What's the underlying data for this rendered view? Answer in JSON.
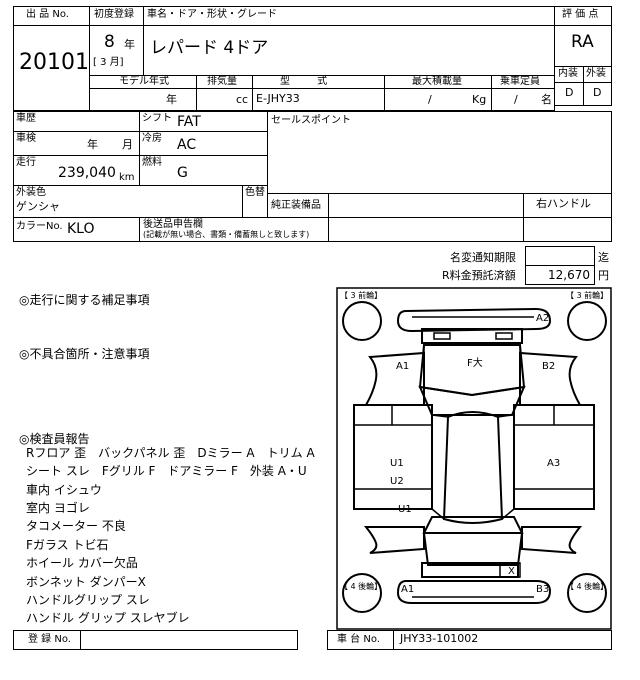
{
  "header": {
    "lot_label": "出 品 No.",
    "lot_number": "20101",
    "first_reg_label": "初度登録",
    "year": "8",
    "year_unit": "年",
    "month_text": "[ 3 月]",
    "car_label": "車名・ドア・形状・グレード",
    "car_name": "レパード 4ドア",
    "rating_label": "評 価 点",
    "rating": "RA",
    "interior_label": "内装",
    "interior_grade": "D",
    "exterior_label": "外装",
    "exterior_grade": "D"
  },
  "spec_row": {
    "model_year_label": "モデル年式",
    "model_year_unit": "年",
    "displacement_label": "排気量",
    "displacement_unit": "cc",
    "type_label": "型 式",
    "type_value": "E-JHY33",
    "max_load_label": "最大積載量",
    "max_load_value": "/",
    "max_load_unit": "Kg",
    "capacity_label": "乗車定員",
    "capacity_value": "/",
    "capacity_unit": "名"
  },
  "details": {
    "history_label": "車歴",
    "shift_label": "シフト",
    "shift_value": "FAT",
    "inspection_label": "車検",
    "inspection_year_unit": "年",
    "inspection_month_unit": "月",
    "ac_label": "冷房",
    "ac_value": "AC",
    "mileage_label": "走行",
    "mileage_value": "239,040",
    "mileage_unit": "km",
    "fuel_label": "燃料",
    "fuel_value": "G",
    "sales_point_label": "セールスポイント",
    "color_label": "外装色",
    "color_value": "ゲンシャ",
    "color_change_label": "色替",
    "equipment_label": "純正装備品",
    "steering": "右ハンドル",
    "color_no_label": "カラーNo.",
    "color_no_value": "KLO",
    "aftermarket_label": "後送品申告欄",
    "aftermarket_note": "(記載が無い場合、書類・備蓄無しと致します)"
  },
  "deadlines": {
    "name_change_label": "名変通知期限",
    "name_change_unit": "迄",
    "recycle_label": "R料金預託済額",
    "recycle_value": "12,670",
    "recycle_unit": "円"
  },
  "notes": {
    "driving_label": "◎走行に関する補足事項",
    "defects_label": "◎不具合箇所・注意事項",
    "inspector_label": "◎検査員報告",
    "report_lines": [
      "Rフロア 歪　バックパネル 歪　Dミラー A　トリム A",
      "シート スレ　Fグリル F　ドアミラー F　外装 A・U",
      "車内 イシュウ",
      "室内 ヨゴレ",
      "タコメーター 不良",
      "Fガラス トビ石",
      "ホイール カバー欠品",
      "ボンネット ダンパーX",
      "ハンドルグリップ スレ",
      "ハンドル グリップ スレヤブレ"
    ]
  },
  "diagram": {
    "corner_top_left": "【 3 前輪】",
    "corner_top_right": "【 3 前輪】",
    "corner_bottom_left": "【 4 後輪】",
    "corner_bottom_right": "【 4 後輪】",
    "marks": {
      "a2": "A2",
      "a1_front": "A1",
      "f_large": "F大",
      "b2": "B2",
      "u1_left": "U1",
      "u2": "U2",
      "a3": "A3",
      "u1_rear": "U1",
      "x": "X",
      "a1_rear": "A1",
      "b3": "B3"
    }
  },
  "footer": {
    "reg_label": "登 録 No.",
    "chassis_label": "車 台 No.",
    "chassis_value": "JHY33-101002"
  }
}
